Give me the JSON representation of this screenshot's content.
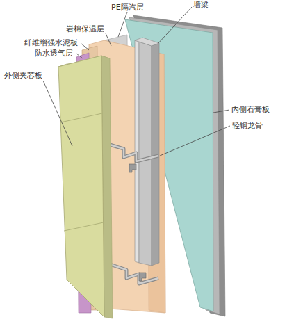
{
  "diagram": {
    "labels": [
      "PE隔汽层",
      "墙梁",
      "岩棉保温层",
      "纤维增强水泥板",
      "防水透气层",
      "外侧夹芯板",
      "内侧石膏板",
      "轻钢龙骨"
    ]
  }
}
